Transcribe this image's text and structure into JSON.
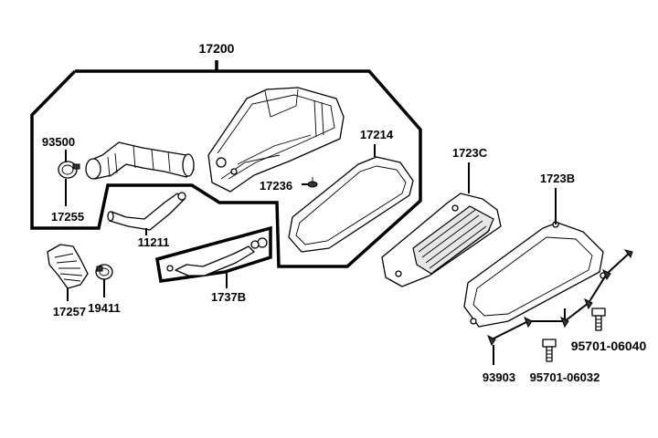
{
  "parts": {
    "air_cleaner_assy": "17200",
    "clamp_93500": "93500",
    "connecting_tube": "17255",
    "breather_tube": "11211",
    "element_sub_assy": "17214",
    "screw_17236": "17236",
    "element_1723C": "1723C",
    "cover_1723B": "1723B",
    "intake_duct": "17257",
    "clamp_19411": "19411",
    "drain_tube_set": "1737B",
    "bolt_95701_06040": "95701-06040",
    "screw_93903": "93903",
    "bolt_95701_06032": "95701-06032"
  }
}
